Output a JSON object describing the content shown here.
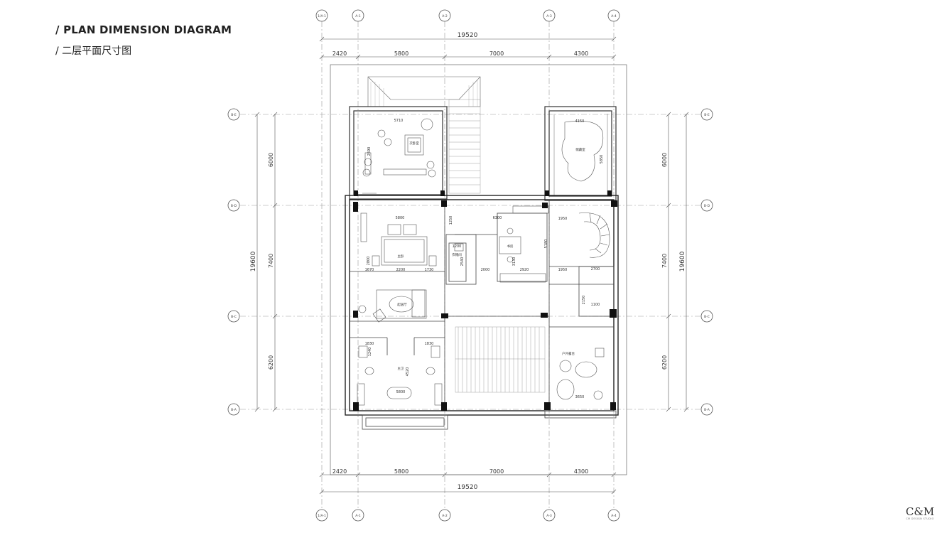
{
  "title": {
    "en": "/ PLAN DIMENSION DIAGRAM",
    "cn": "/ 二层平面尺寸图"
  },
  "grid": {
    "columns": [
      "1/A-1",
      "A-1",
      "A-2",
      "A-3",
      "A-4"
    ],
    "rows": [
      "B-E",
      "B-D",
      "B-C",
      "B-A"
    ]
  },
  "dims": {
    "total_h": "19520",
    "segments_h": [
      "2420",
      "5800",
      "7000",
      "4300"
    ],
    "total_v": "19600",
    "segments_v": [
      "6000",
      "7400",
      "6200"
    ]
  },
  "interior": {
    "room_labels": [
      "主卧",
      "起居厅",
      "衣帽间",
      "书房",
      "主卫",
      "次卧室",
      "储藏室",
      "户外露台"
    ],
    "room_dims": [
      "5710",
      "2590",
      "5800",
      "2200",
      "1730",
      "1670",
      "2800",
      "1200",
      "2540",
      "2000",
      "2920",
      "3130",
      "5180",
      "6300",
      "1950",
      "1950",
      "2700",
      "1100",
      "2150",
      "1830",
      "1830",
      "1240",
      "4520",
      "5800",
      "4150",
      "5850",
      "3650",
      "1250"
    ]
  },
  "logo": {
    "main": "C&M",
    "sub": "CM DESIGN STUDIO"
  },
  "colors": {
    "line": "#555555",
    "grid": "#9a9a9a",
    "wall": "#111111",
    "text": "#333333"
  }
}
